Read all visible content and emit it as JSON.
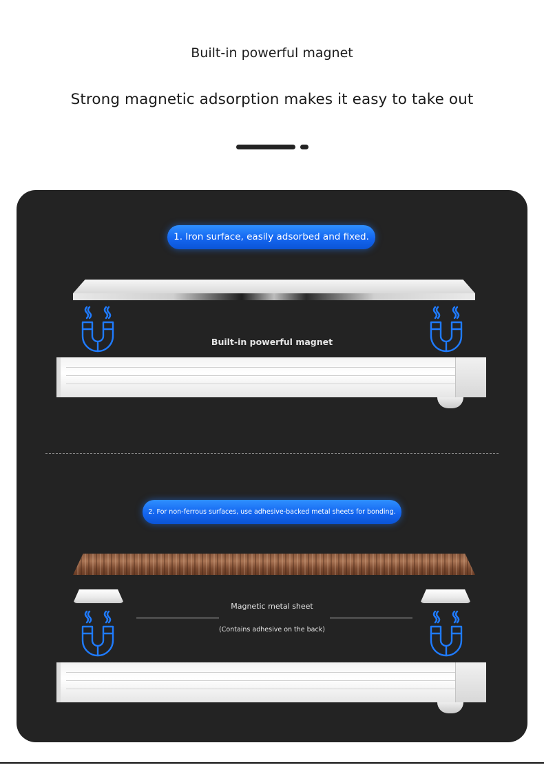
{
  "header": {
    "title": "Built-in powerful magnet",
    "subtitle": "Strong magnetic adsorption makes it easy to take out"
  },
  "section1": {
    "pill_text": "1. Iron surface, easily adsorbed and fixed.",
    "magnet_label": "Built-in powerful magnet"
  },
  "section2": {
    "pill_text": "2. For non-ferrous surfaces, use adhesive-backed metal sheets for bonding.",
    "sheet_label": "Magnetic metal sheet",
    "sheet_note": "(Contains adhesive on the back)"
  },
  "colors": {
    "panel_bg": "#232323",
    "pill_blue": "#1466f0",
    "magnet_blue": "#1f7bff"
  },
  "icons": [
    "magnet-icon",
    "heat-wave-icon"
  ]
}
